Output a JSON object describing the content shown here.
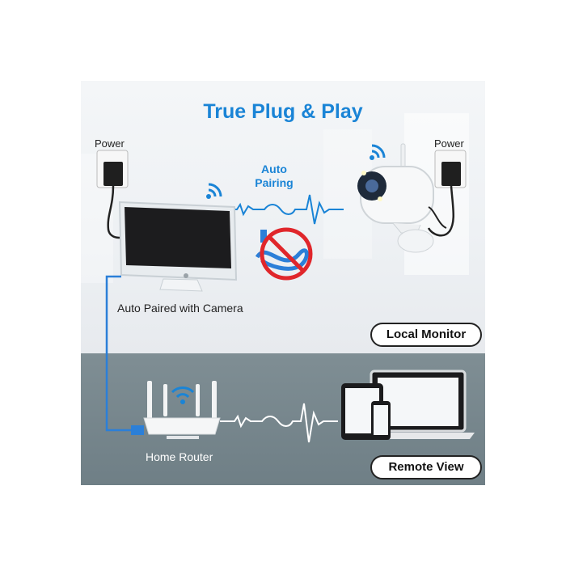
{
  "title": "True Plug & Play",
  "labels": {
    "power_left": "Power",
    "power_right": "Power",
    "auto_pairing_line1": "Auto",
    "auto_pairing_line2": "Pairing",
    "monitor_caption": "Auto Paired with Camera",
    "router_caption": "Home Router"
  },
  "badges": {
    "local": "Local Monitor",
    "remote": "Remote View"
  },
  "colors": {
    "accent_blue": "#1a84d6",
    "prohibit_red": "#e0262b",
    "panel_gray": "#74848b"
  },
  "icons": [
    "wifi-icon",
    "power-adapter-icon",
    "monitor-icon",
    "camera-icon",
    "router-icon",
    "no-cable-icon",
    "tablet-icon",
    "phone-icon",
    "laptop-icon"
  ]
}
